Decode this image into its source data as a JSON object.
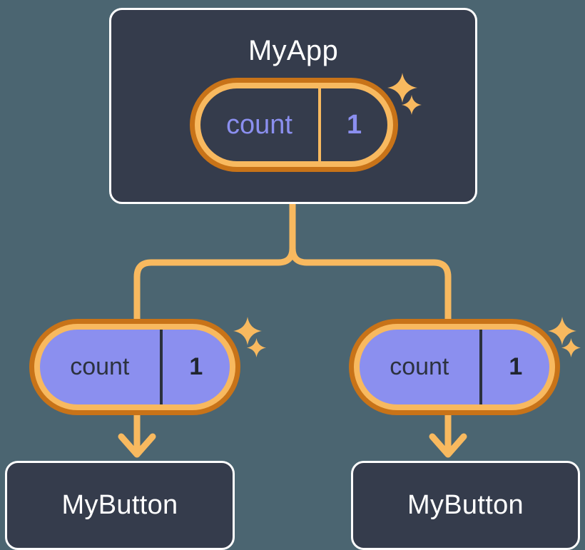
{
  "diagram": {
    "title": "React component tree with shared state",
    "background_color": "#4b6571"
  },
  "colors": {
    "box_fill": "#353c4c",
    "box_border": "#ffffff",
    "pill_ring_outer": "#c87318",
    "pill_ring_inner": "#f8b95f",
    "state_purple": "#8b8fef",
    "wire": "#f8b95f",
    "sparkle": "#f8b95f"
  },
  "nodes": {
    "parent": {
      "label": "MyApp",
      "state": {
        "key": "count",
        "value": "1"
      },
      "sparkle_count": 2
    },
    "children": [
      {
        "label": "MyButton",
        "state": {
          "key": "count",
          "value": "1"
        },
        "sparkle_count": 2
      },
      {
        "label": "MyButton",
        "state": {
          "key": "count",
          "value": "1"
        },
        "sparkle_count": 2
      }
    ]
  },
  "connectors": {
    "trunk_label": "state-flows-down",
    "arrow_label": "prop-arrow"
  }
}
